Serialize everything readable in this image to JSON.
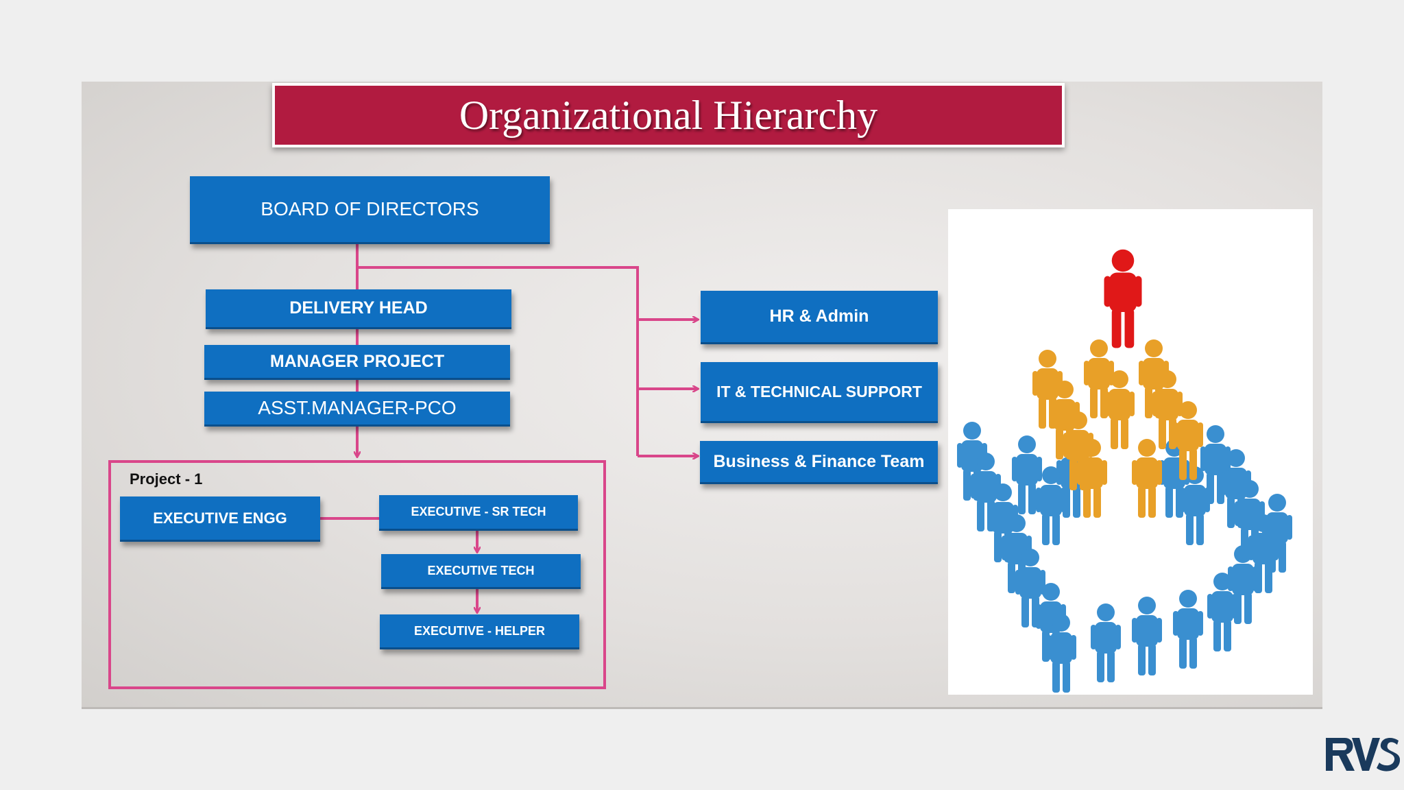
{
  "title": "Organizational Hierarchy",
  "boxes": {
    "board": "BOARD OF DIRECTORS",
    "delivery_head": "DELIVERY  HEAD",
    "manager_project": "MANAGER PROJECT",
    "asst_manager": "ASST.MANAGER-PCO",
    "hr_admin": "HR & Admin",
    "it_support": "IT & TECHNICAL SUPPORT",
    "business_finance": "Business & Finance Team",
    "executive_engg": "EXECUTIVE ENGG",
    "exec_sr_tech": "EXECUTIVE  - SR TECH",
    "exec_tech": "EXECUTIVE  TECH",
    "exec_helper": "EXECUTIVE  - HELPER"
  },
  "project_label": "Project - 1",
  "colors": {
    "title_bg": "#b11b40",
    "box_blue": "#0f6fc1",
    "connector": "#d9468a",
    "figure_red": "#e01818",
    "figure_orange": "#e8a028",
    "figure_blue": "#3a8fd0"
  },
  "illustration": {
    "red_figures": 1,
    "orange_figures": 10,
    "blue_figures": 22
  },
  "logo": "RVS"
}
